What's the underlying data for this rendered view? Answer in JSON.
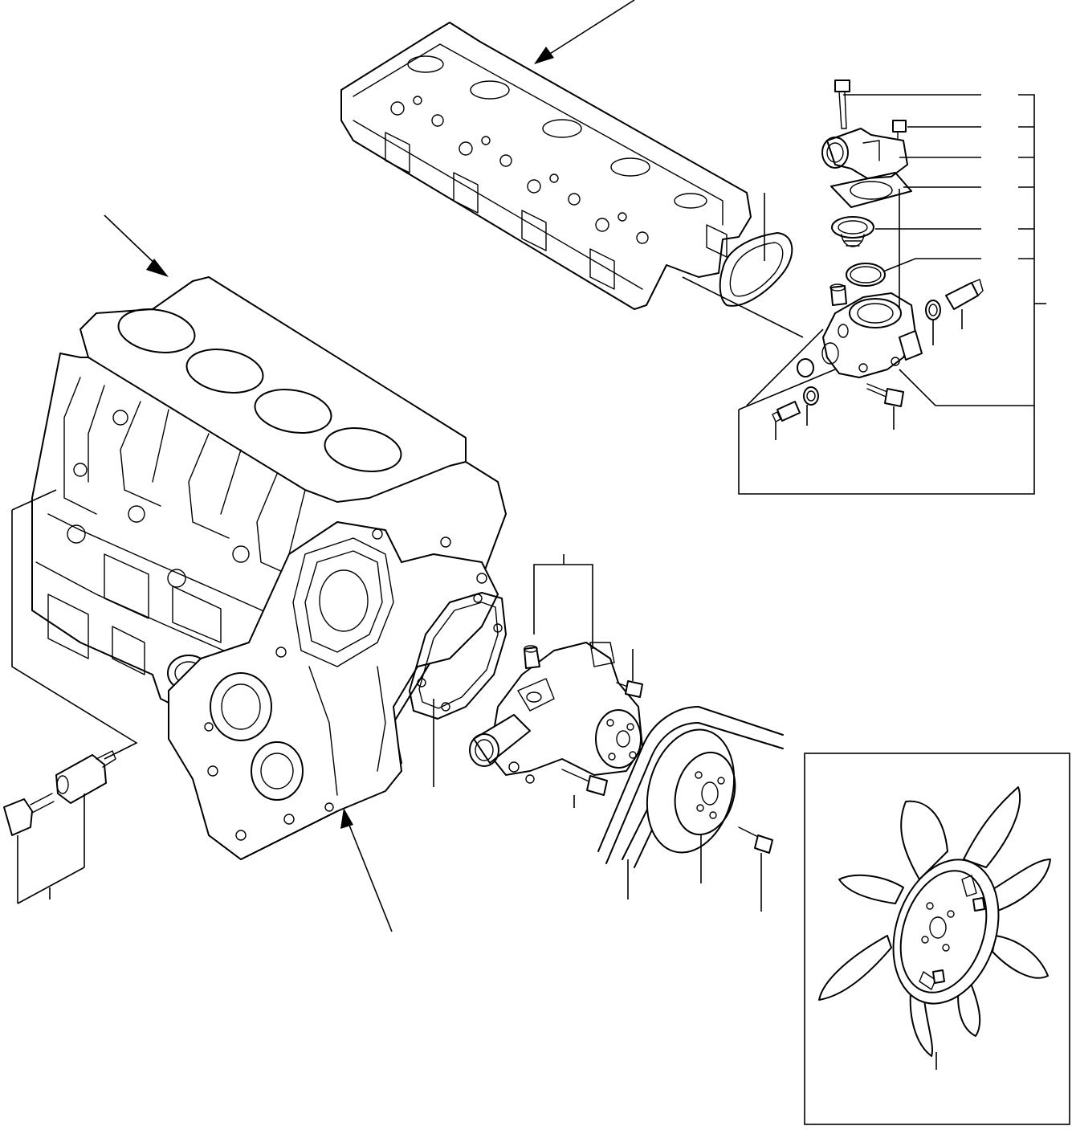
{
  "colors": {
    "line": "#000000",
    "background": "#ffffff"
  },
  "parts": [
    "cylinder-head",
    "head-gasket",
    "cylinder-block",
    "gear-case",
    "thermostat-housing-cover",
    "cover-bolt-long",
    "cover-bolt-short",
    "cover-gasket",
    "thermostat",
    "thermostat-o-ring",
    "thermostat-housing",
    "temperature-switch",
    "switch-washer",
    "temperature-sender",
    "sender-washer",
    "housing-plug",
    "housing-bolt",
    "water-pump",
    "water-pump-gasket",
    "pump-bolt",
    "pump-plug",
    "fan-pulley",
    "v-belt",
    "pulley-bolt",
    "drain-cock",
    "drain-adapter",
    "cooling-fan"
  ]
}
